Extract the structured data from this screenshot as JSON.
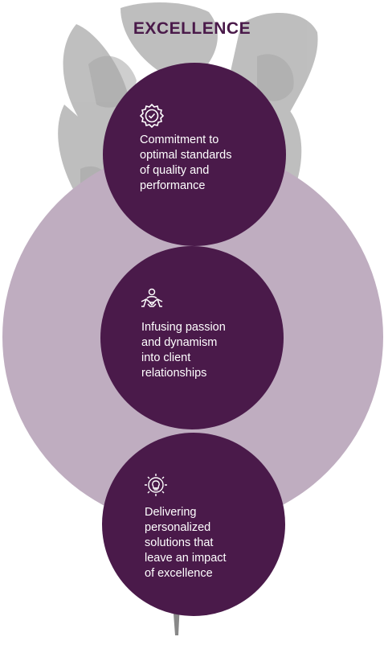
{
  "title": "EXCELLENCE",
  "colors": {
    "primary": "#4a1a4a",
    "light_circle": "#bfadc0",
    "text_on_circle": "#ffffff",
    "background": "#ffffff"
  },
  "items": [
    {
      "icon": "quality-badge-icon",
      "text": "Commitment to\noptimal standards\nof quality and\nperformance"
    },
    {
      "icon": "handshake-icon",
      "text": "Infusing passion\nand dynamism\ninto client\nrelationships"
    },
    {
      "icon": "gear-lightbulb-icon",
      "text": "Delivering\npersonalized\nsolutions that\nleave an impact\nof excellence"
    }
  ]
}
